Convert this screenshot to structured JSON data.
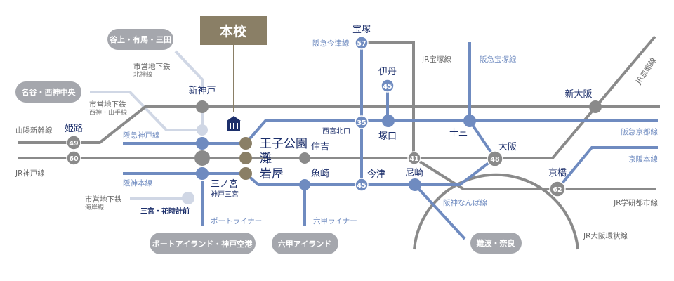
{
  "school": {
    "label": "本校"
  },
  "colors": {
    "jr": "#8a8a8a",
    "private": "#6f8bc0",
    "subway": "#d0d7e5",
    "school": "#8a7f66",
    "station_text": "#1c2f6b"
  },
  "destinations": [
    "谷上・有馬・三田",
    "名谷・西神中央",
    "ポートアイランド・神戸空港",
    "六甲アイランド",
    "難波・奈良"
  ],
  "lines": {
    "hokushin_1": "市営地下鉄",
    "hokushin_2": "北神線",
    "seishin_1": "市営地下鉄",
    "seishin_2": "西神・山手線",
    "kaigan_1": "市営地下鉄",
    "kaigan_2": "海岸線",
    "sanyo_shinkansen": "山陽新幹線",
    "jr_kobe": "JR神戸線",
    "hankyu_kobe": "阪急神戸線",
    "hanshin_main": "阪神本線",
    "port_liner": "ポートライナー",
    "rokko_liner": "六甲ライナー",
    "hankyu_imazu": "阪急今津線",
    "jr_takarazuka": "JR宝塚線",
    "hankyu_takarazuka": "阪急宝塚線",
    "jr_kyoto": "JR京都線",
    "hankyu_kyoto": "阪急京都線",
    "keihan": "京阪本線",
    "jr_gakken": "JR学研都市線",
    "jr_loop": "JR大阪環状線",
    "hanshin_namba": "阪神なんば線"
  },
  "stations": {
    "shin_kobe": "新神戸",
    "himeji": "姫路",
    "sannomiya": "三ノ宮",
    "kobe_sannomiya": "神戸三宮",
    "sannomiya_hanadoke": "三宮・花時計前",
    "oji_koen": "王子公園",
    "nada": "灘",
    "iwaya": "岩屋",
    "sumiyoshi": "住吉",
    "uozaki": "魚崎",
    "nishinomiya_kitaguchi": "西宮北口",
    "takarazuka": "宝塚",
    "itami": "伊丹",
    "tsukaguchi": "塚口",
    "imazu": "今津",
    "amagasaki": "尼崎",
    "juso": "十三",
    "osaka": "大阪",
    "shin_osaka": "新大阪",
    "kyobashi": "京橋"
  },
  "numbers": {
    "himeji": "49",
    "jr_kobe": "60",
    "takarazuka": "57",
    "itami": "45",
    "nishinomiya": "35",
    "imazu": "45",
    "amagasaki_jr": "41",
    "osaka": "48",
    "kyobashi": "62"
  }
}
